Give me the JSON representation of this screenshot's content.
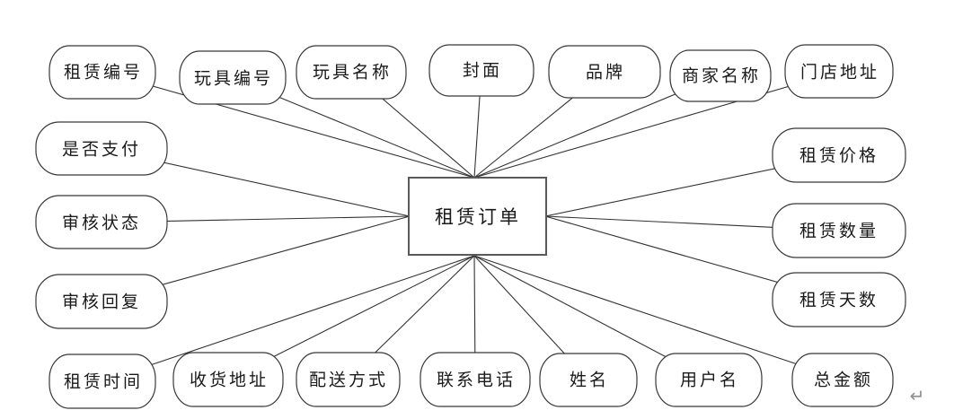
{
  "diagram": {
    "entity": {
      "label": "租赁订单"
    },
    "attributes": [
      {
        "label": "租赁编号",
        "group": "top"
      },
      {
        "label": "玩具编号",
        "group": "top"
      },
      {
        "label": "玩具名称",
        "group": "top"
      },
      {
        "label": "封面",
        "group": "top"
      },
      {
        "label": "品牌",
        "group": "top"
      },
      {
        "label": "商家名称",
        "group": "top"
      },
      {
        "label": "门店地址",
        "group": "top"
      },
      {
        "label": "是否支付",
        "group": "left"
      },
      {
        "label": "审核状态",
        "group": "left"
      },
      {
        "label": "审核回复",
        "group": "left"
      },
      {
        "label": "租赁价格",
        "group": "right"
      },
      {
        "label": "租赁数量",
        "group": "right"
      },
      {
        "label": "租赁天数",
        "group": "right"
      },
      {
        "label": "租赁时间",
        "group": "bottom"
      },
      {
        "label": "收货地址",
        "group": "bottom"
      },
      {
        "label": "配送方式",
        "group": "bottom"
      },
      {
        "label": "联系电话",
        "group": "bottom"
      },
      {
        "label": "姓名",
        "group": "bottom"
      },
      {
        "label": "用户名",
        "group": "bottom"
      },
      {
        "label": "总金额",
        "group": "bottom"
      }
    ],
    "return_mark_glyph": "↵"
  },
  "colors": {
    "background": "#ffffff",
    "line_stroke": "#333333",
    "shape_stroke": "#383838",
    "entity_stroke": "#595959",
    "text": "#1a1a1a",
    "return_mark": "#8f8f8f"
  }
}
